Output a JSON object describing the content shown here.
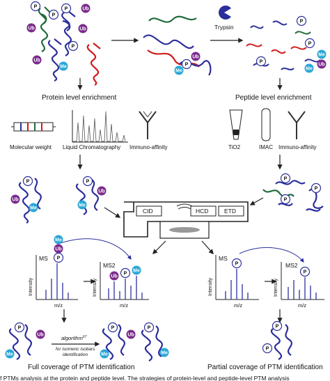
{
  "labels": {
    "protein_enrichment": "Protein level enrichment",
    "peptide_enrichment": "Peptide level enrichment",
    "trypsin": "Trypsin",
    "molecular_weight": "Molecular weight",
    "liquid_chromatography": "Liquid Chromatography",
    "immuno_affinity_left": "Immuno-affinity",
    "tio2": "TiO2",
    "imac": "IMAC",
    "immuno_affinity_right": "Immuno-affinity",
    "cid": "CID",
    "hcd": "HCD",
    "etd": "ETD",
    "ms": "MS",
    "ms2_left": "MS2",
    "ms2_right": "MS2",
    "ms_right": "MS",
    "intensity": "Intensity",
    "mz": "m/z",
    "algorithm": "algorithm",
    "algorithm_ref": "67",
    "algorithm_note_1": "for isomeric isobars",
    "algorithm_note_2": "identification",
    "full_coverage": "Full coverage of PTM identification",
    "partial_coverage": "Partial coverage of PTM identification",
    "caption_fragment": "f PTMs analysis at the protein and peptide level. The strategies of protein-level and peptide-level PTM analysis"
  },
  "ptm_marks": {
    "p": "P",
    "ub": "Ub",
    "me": "Me"
  },
  "colors": {
    "protein_blue": "#2b2f9b",
    "green_chain": "#1f6b3a",
    "red_chain": "#d01c1c",
    "ub_purple": "#7b2a8c",
    "me_cyan": "#2aa6d6",
    "arrow": "#222222",
    "ms_peak": "#3a3fa8"
  },
  "icons": [
    "trypsin-pacman-icon",
    "gel-lane-icon",
    "antibody-icon",
    "tio2-tip-icon",
    "imac-column-icon",
    "mass-spectrometer-icon"
  ]
}
